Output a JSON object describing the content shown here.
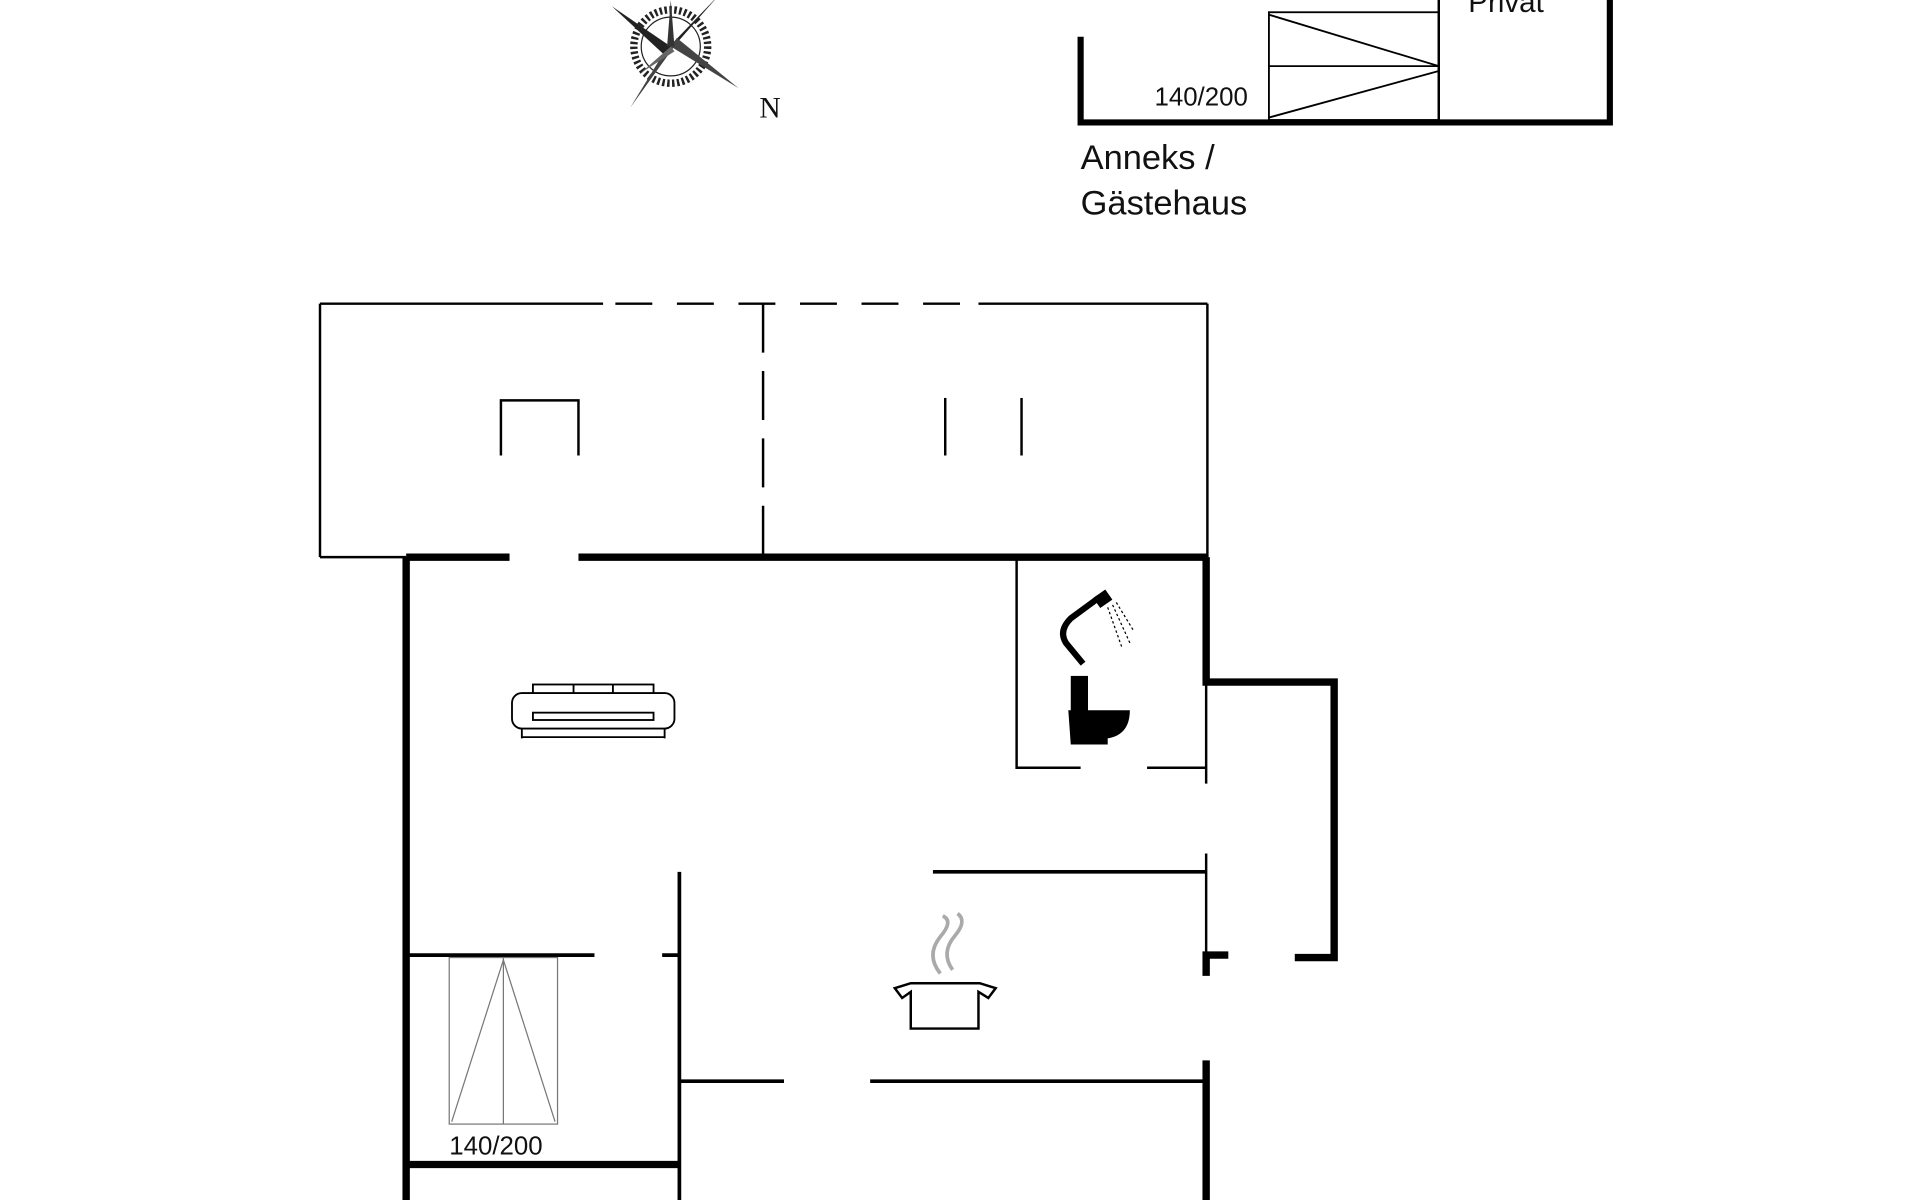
{
  "compass": {
    "north_label": "N"
  },
  "annex": {
    "room_label": "Privat",
    "bed_size": "140/200",
    "title_line1": "Anneks /",
    "title_line2": "Gästehaus"
  },
  "main_house": {
    "bed_size": "140/200"
  },
  "colors": {
    "wall": "#000000",
    "steam": "#aaaaaa",
    "background": "#ffffff"
  }
}
